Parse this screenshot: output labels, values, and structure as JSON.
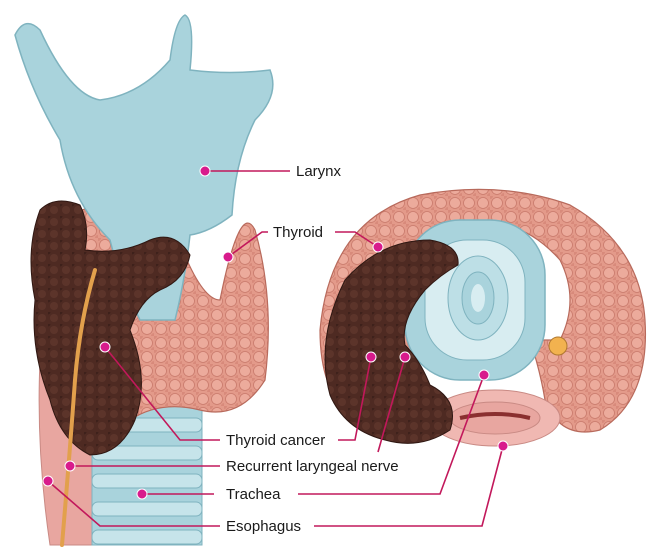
{
  "labels": {
    "larynx": "Larynx",
    "thyroid": "Thyroid",
    "thyroid_cancer": "Thyroid cancer",
    "recurrent_laryngeal_nerve": "Recurrent laryngeal nerve",
    "trachea": "Trachea",
    "esophagus": "Esophagus"
  },
  "colors": {
    "leader": "#c2185b",
    "pin": "#d81b8c",
    "larynx": "#a9d3dc",
    "thyroid": "#e39a8a",
    "tumor": "#4e2a22",
    "nerve": "#e2a04c",
    "esophagus": "#e8a6a0"
  }
}
